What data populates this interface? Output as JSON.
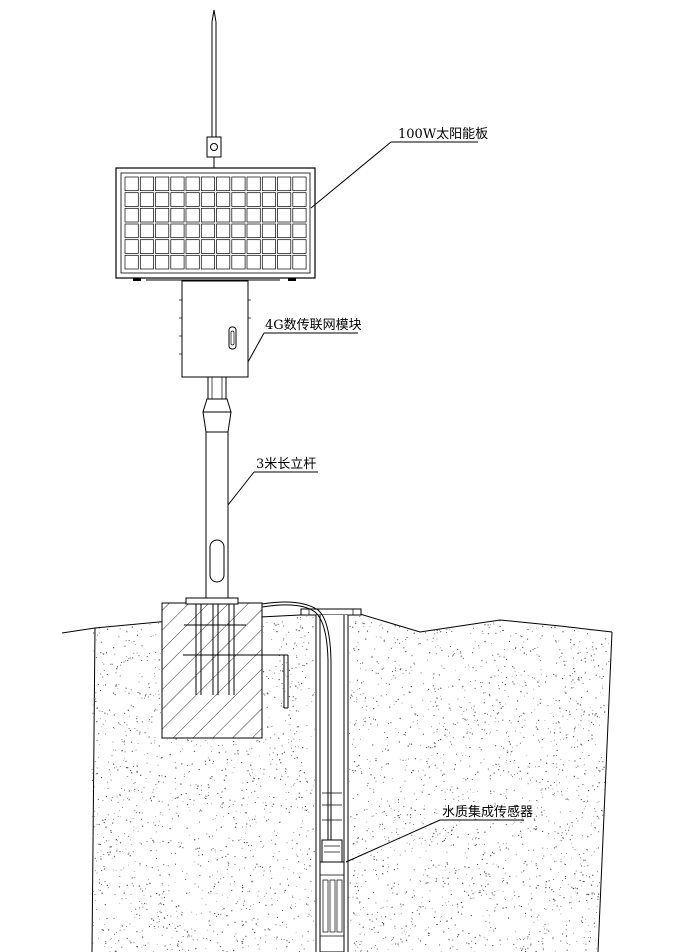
{
  "labels": {
    "solar_panel": "100W太阳能板",
    "iot_module": "4G数传联网模块",
    "pole": "3米长立杆",
    "sensor": "水质集成传感器"
  },
  "colors": {
    "line": "#000000",
    "background": "#ffffff",
    "soil_dots": "#555555"
  }
}
